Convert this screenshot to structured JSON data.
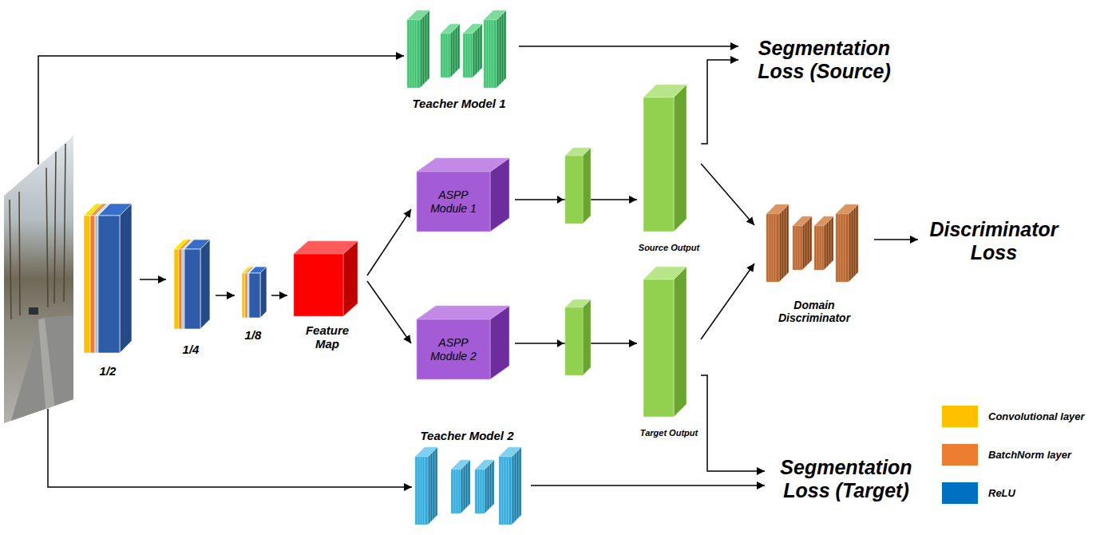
{
  "diagram": {
    "nodes": [
      {
        "text": [
          "Teacher Model 1"
        ]
      },
      {
        "text": [
          "Segmentation Loss (Source)"
        ]
      },
      {
        "text": [
          "1/2"
        ]
      },
      {
        "text": [
          "1/4"
        ]
      },
      {
        "text": [
          "1/8"
        ]
      },
      {
        "text": [
          "Feature Map"
        ]
      },
      {
        "text": [
          "ASPP Module 1"
        ]
      },
      {
        "text": [
          "Source Output"
        ]
      },
      {
        "text": [
          "Domain Discriminator"
        ]
      },
      {
        "text": [
          "Discriminator Loss"
        ]
      },
      {
        "text": [
          "ASPP Module 2"
        ]
      },
      {
        "text": [
          "Target Output"
        ]
      },
      {
        "text": [
          "Teacher Model 2"
        ]
      },
      {
        "text": [
          "Segmentation Loss (Target)"
        ]
      }
    ],
    "edges": [
      {
        "from": 0,
        "to": 1,
        "arrow": "to"
      },
      {
        "from": 2,
        "to": 3,
        "arrow": "to"
      },
      {
        "from": 3,
        "to": 4,
        "arrow": "to"
      },
      {
        "from": 4,
        "to": 5,
        "arrow": "to"
      },
      {
        "from": 5,
        "to": 6,
        "arrow": "to"
      },
      {
        "from": 5,
        "to": 10,
        "arrow": "to"
      },
      {
        "from": 6,
        "to": 7,
        "arrow": "to"
      },
      {
        "from": 10,
        "to": 11,
        "arrow": "to"
      },
      {
        "from": 7,
        "to": 1,
        "arrow": "to"
      },
      {
        "from": 7,
        "to": 8,
        "arrow": "to"
      },
      {
        "from": 11,
        "to": 8,
        "arrow": "to"
      },
      {
        "from": 8,
        "to": 9,
        "arrow": "to"
      },
      {
        "from": 11,
        "to": 13,
        "arrow": "to"
      },
      {
        "from": 12,
        "to": 13,
        "arrow": "to"
      }
    ],
    "legend": [
      {
        "text": "Convolutional layer",
        "color": "#ffc000"
      },
      {
        "text": "BatchNorm layer",
        "color": "#ed7d31"
      },
      {
        "text": "ReLU",
        "color": "#0070c0"
      }
    ]
  }
}
